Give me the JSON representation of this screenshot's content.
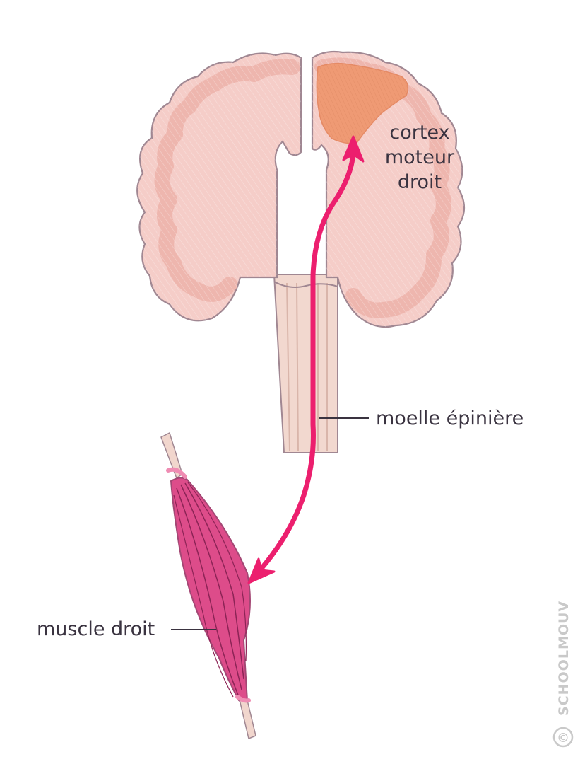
{
  "labels": {
    "cortex_line1": "cortex",
    "cortex_line2": "moteur",
    "cortex_line3": "droit",
    "spinal_cord": "moelle épinière",
    "muscle": "muscle droit"
  },
  "watermark": "SCHOOLMOUV",
  "copyright_symbol": "©",
  "colors": {
    "brain_fill": "#f5cdc8",
    "brain_cortex": "#eeb6ae",
    "brain_outline": "#a08792",
    "motor_cortex": "#ef9a74",
    "spinal_cord": "#f2d8cf",
    "pathway_arrow": "#ec1f6e",
    "muscle": "#dd4c8a",
    "tendon": "#f1d6cd",
    "text": "#3a3340",
    "watermark": "#c9c9c9"
  },
  "icons": [
    "brain-icon",
    "spinal-cord-icon",
    "muscle-icon",
    "arrow-icon"
  ]
}
